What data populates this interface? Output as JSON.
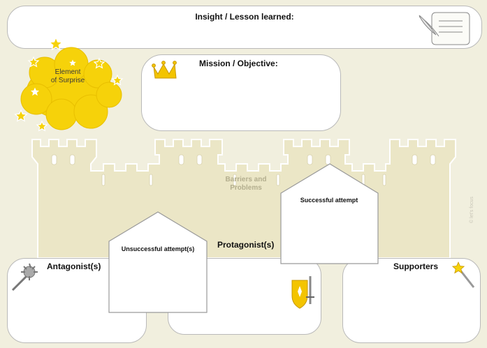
{
  "insight": {
    "title": "Insight / Lesson learned:"
  },
  "mission": {
    "title": "Mission / Objective:"
  },
  "surprise": {
    "label_line1": "Element",
    "label_line2": "of Surprise"
  },
  "barriers": {
    "line1": "Barriers and",
    "line2": "Problems"
  },
  "unsuccessful": {
    "label": "Unsuccessful attempt(s)"
  },
  "successful": {
    "label": "Successful attempt"
  },
  "protagonist": {
    "label": "Protagonist(s)"
  },
  "antagonist": {
    "label": "Antagonist(s)"
  },
  "supporters": {
    "label": "Supporters"
  },
  "watermark": {
    "text": "© let's focus"
  },
  "icons": [
    "scroll-quill-icon",
    "crown-icon",
    "mace-icon",
    "shield-sword-icon",
    "magic-wand-icon",
    "star-icon"
  ],
  "colors": {
    "background": "#f1efde",
    "castle": "#ebe6c6",
    "castle_stroke": "#ffffff",
    "cloud": "#f6d20a",
    "border": "#b9b9b9"
  }
}
